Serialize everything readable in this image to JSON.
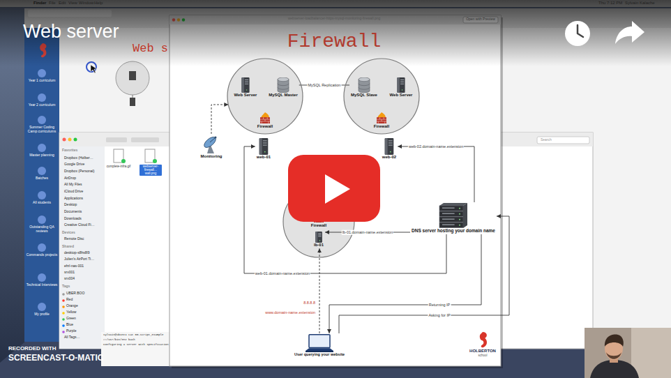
{
  "diagram": {
    "title": "Firewall",
    "nodes": [
      {
        "text": [
          "Firewall"
        ]
      },
      {
        "text": [
          "Web Server"
        ],
        "in": 0
      },
      {
        "text": [
          "MySQL Master"
        ],
        "in": 0
      },
      {
        "text": [
          "Firewall"
        ]
      },
      {
        "text": [
          "MySQL Slave"
        ],
        "in": 3
      },
      {
        "text": [
          "Web Server"
        ],
        "in": 3
      },
      {
        "text": [
          "Monitoring"
        ]
      },
      {
        "text": [
          "web-01"
        ]
      },
      {
        "text": [
          "web-02"
        ]
      },
      {
        "text": [
          "Firewall"
        ]
      },
      {
        "text": [
          "lb-01"
        ],
        "in": 9
      },
      {
        "text": [
          "DNS server hosting your domain name"
        ]
      },
      {
        "text": [
          "User querying your website"
        ]
      }
    ],
    "edges": [
      {
        "from": 2,
        "to": 4,
        "arrow": "none",
        "label": "MySQL Replication"
      },
      {
        "from": 6,
        "to": 0,
        "arrow": "to"
      },
      {
        "from": 11,
        "to": 8,
        "arrow": "to",
        "label": "web-02.domain-name.extension"
      },
      {
        "from": 11,
        "to": 10,
        "arrow": "to",
        "label": "lb-01.domain-name.extension"
      },
      {
        "from": 11,
        "to": 7,
        "arrow": "to",
        "label": "web-01.domain-name.extension"
      },
      {
        "from": 11,
        "to": 12,
        "arrow": "to",
        "label": "Returning IP"
      },
      {
        "from": 12,
        "to": 11,
        "arrow": "to",
        "label": "Asking for IP"
      },
      {
        "from": 12,
        "to": 10,
        "arrow": "to",
        "label": "www.domain-name.extension"
      }
    ],
    "labels": [
      "Web server",
      "Finder",
      "File",
      "Edit",
      "View",
      "Window",
      "Help",
      "Thu 7:12 PM",
      "Sylvain Kalache",
      "Web s",
      "Year 1 curriculum",
      "Year 2 curriculum",
      "Summer Coding Camp curriculums",
      "Master planning",
      "Batches",
      "All students",
      "Outstanding QA reviews",
      "Commands projects",
      "Technical Interviews",
      "My profile",
      "Favorites",
      "Dropbox (Holber…",
      "Google Drive",
      "Dropbox (Personal)",
      "AirDrop",
      "All My Files",
      "iCloud Drive",
      "Applications",
      "Desktop",
      "Documents",
      "Downloads",
      "Creative Cloud Fi…",
      "Devices",
      "Remote Disc",
      "Shared",
      "desktop-s8hs8l9",
      "Julien's AirPort Ti…",
      "ehrl-nas-001",
      "srv001",
      "srv004",
      "Tags",
      "UBER.BOO",
      "Red",
      "Orange",
      "Yellow",
      "Green",
      "Blue",
      "Purple",
      "All Tags…",
      "Search",
      "complete-infra.gif",
      "webserver-firewall…wall.png",
      "sylvain@ubuntu cat 00-script_example",
      "#!/usr/bin/env bash",
      "Configuring a server with specification",
      "webserver-loadbalancer-https-mysql-monitoring-firewall.png",
      "Open with Preview",
      "8.8.8.8",
      "HOLBERTON",
      "school",
      "RECORDED WITH",
      "SCREENCAST-O-MATIC"
    ]
  }
}
